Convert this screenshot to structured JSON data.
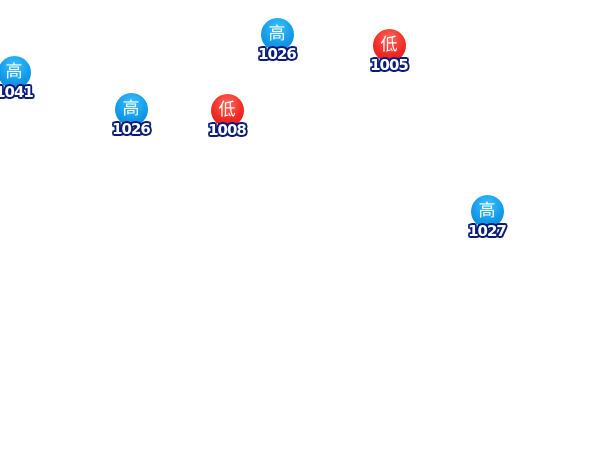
{
  "map": {
    "markers": [
      {
        "id": "m1",
        "type": "high",
        "symbol": "高",
        "pressure": "1041"
      },
      {
        "id": "m2",
        "type": "high",
        "symbol": "高",
        "pressure": "1026"
      },
      {
        "id": "m3",
        "type": "low",
        "symbol": "低",
        "pressure": "1005"
      },
      {
        "id": "m4",
        "type": "high",
        "symbol": "高",
        "pressure": "1026"
      },
      {
        "id": "m5",
        "type": "low",
        "symbol": "低",
        "pressure": "1008"
      },
      {
        "id": "m6",
        "type": "high",
        "symbol": "高",
        "pressure": "1027"
      }
    ],
    "colors": {
      "high": "#139bea",
      "low": "#f22a24",
      "label_outline": "#0a1c7a",
      "background": "#ffffff"
    }
  }
}
